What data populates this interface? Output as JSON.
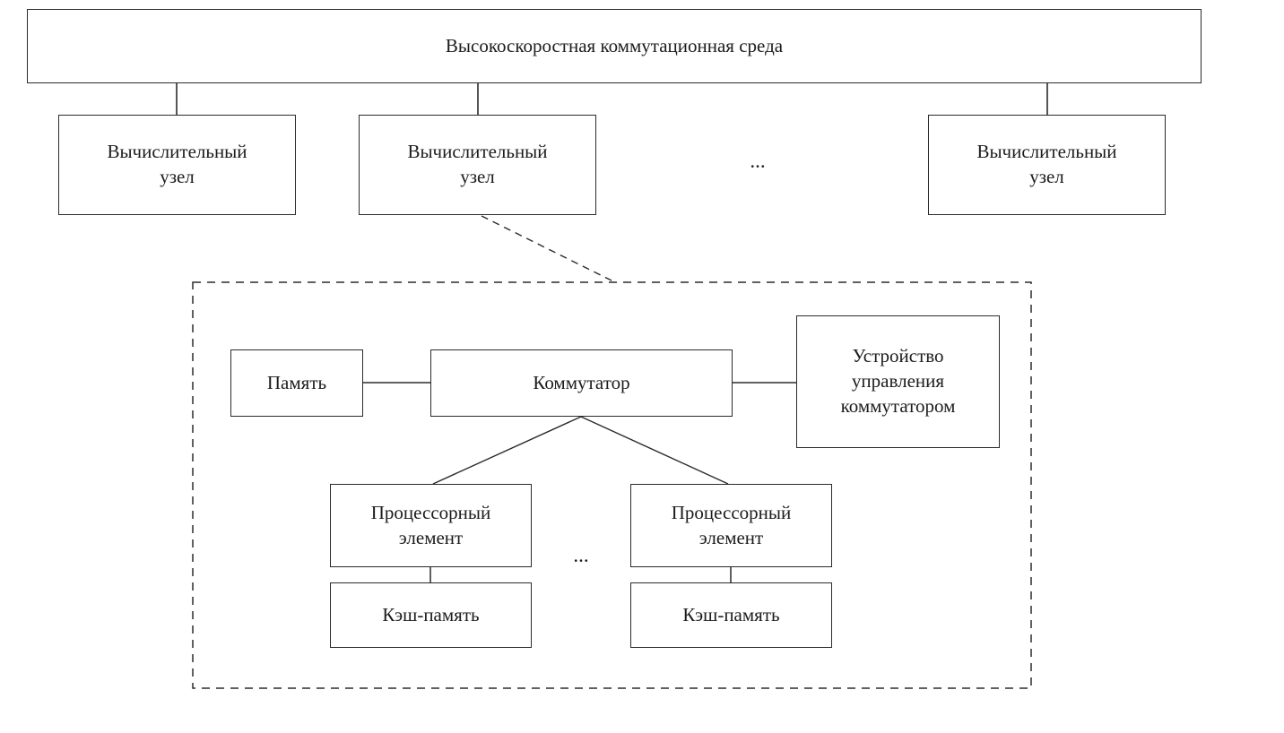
{
  "diagram": {
    "top_bus": {
      "label": "Высокоскоростная коммутационная среда"
    },
    "compute_nodes": [
      {
        "label": "Вычислительный узел"
      },
      {
        "label": "Вычислительный узел"
      },
      {
        "label": "Вычислительный узел"
      }
    ],
    "nodes_ellipsis": "...",
    "node_detail": {
      "memory": {
        "label": "Память"
      },
      "switch": {
        "label": "Коммутатор"
      },
      "switch_controller": {
        "label": "Устройство управления коммутатором"
      },
      "processor_elements": [
        {
          "label": "Процессорный элемент",
          "cache_label": "Кэш-память"
        },
        {
          "label": "Процессорный элемент",
          "cache_label": "Кэш-память"
        }
      ],
      "pe_ellipsis": "..."
    }
  }
}
